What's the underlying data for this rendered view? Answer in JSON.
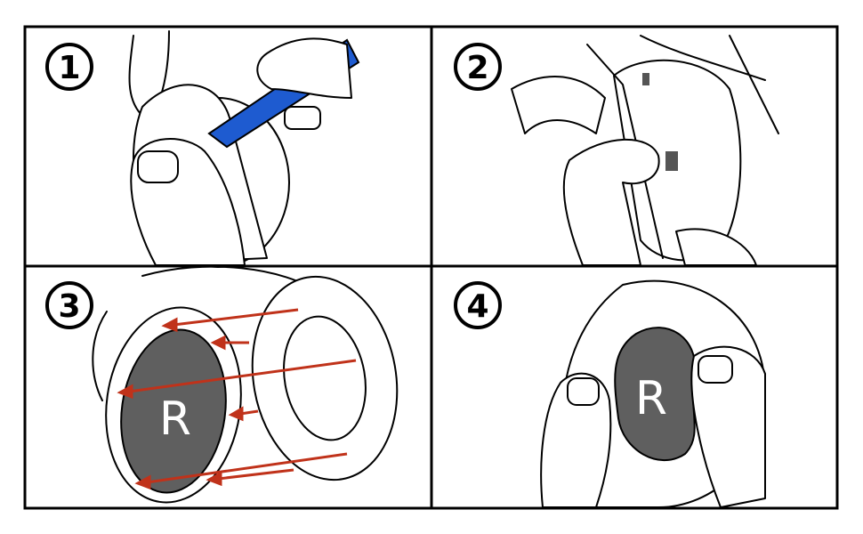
{
  "steps": [
    {
      "number": "1"
    },
    {
      "number": "2"
    },
    {
      "number": "3",
      "label": "R"
    },
    {
      "number": "4",
      "label": "R"
    }
  ],
  "colors": {
    "tool": "#1e5bd0",
    "arrow": "#c0321a",
    "pad": "#5f5f5f",
    "border": "#000000"
  }
}
